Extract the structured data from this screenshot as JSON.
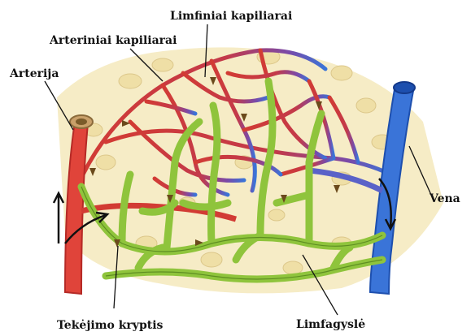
{
  "labels": {
    "limfiniai": "Limfiniai kapiliarai",
    "arteriniai": "Arteriniai kapiliarai",
    "arterija": "Arterija",
    "vena": "Vena",
    "tekejimo": "Tekėjimo kryptis",
    "limfagysle": "Limfagyslė"
  },
  "colors": {
    "artery": "#e0443a",
    "artery_dark": "#b52a26",
    "vein": "#3a74d8",
    "vein_dark": "#1d4fae",
    "lymph": "#8fc43c",
    "lymph_dark": "#5e8d22",
    "tissue": "#f6ecc6",
    "cell": "#efdfa6",
    "arrow": "#6b4a1c"
  }
}
